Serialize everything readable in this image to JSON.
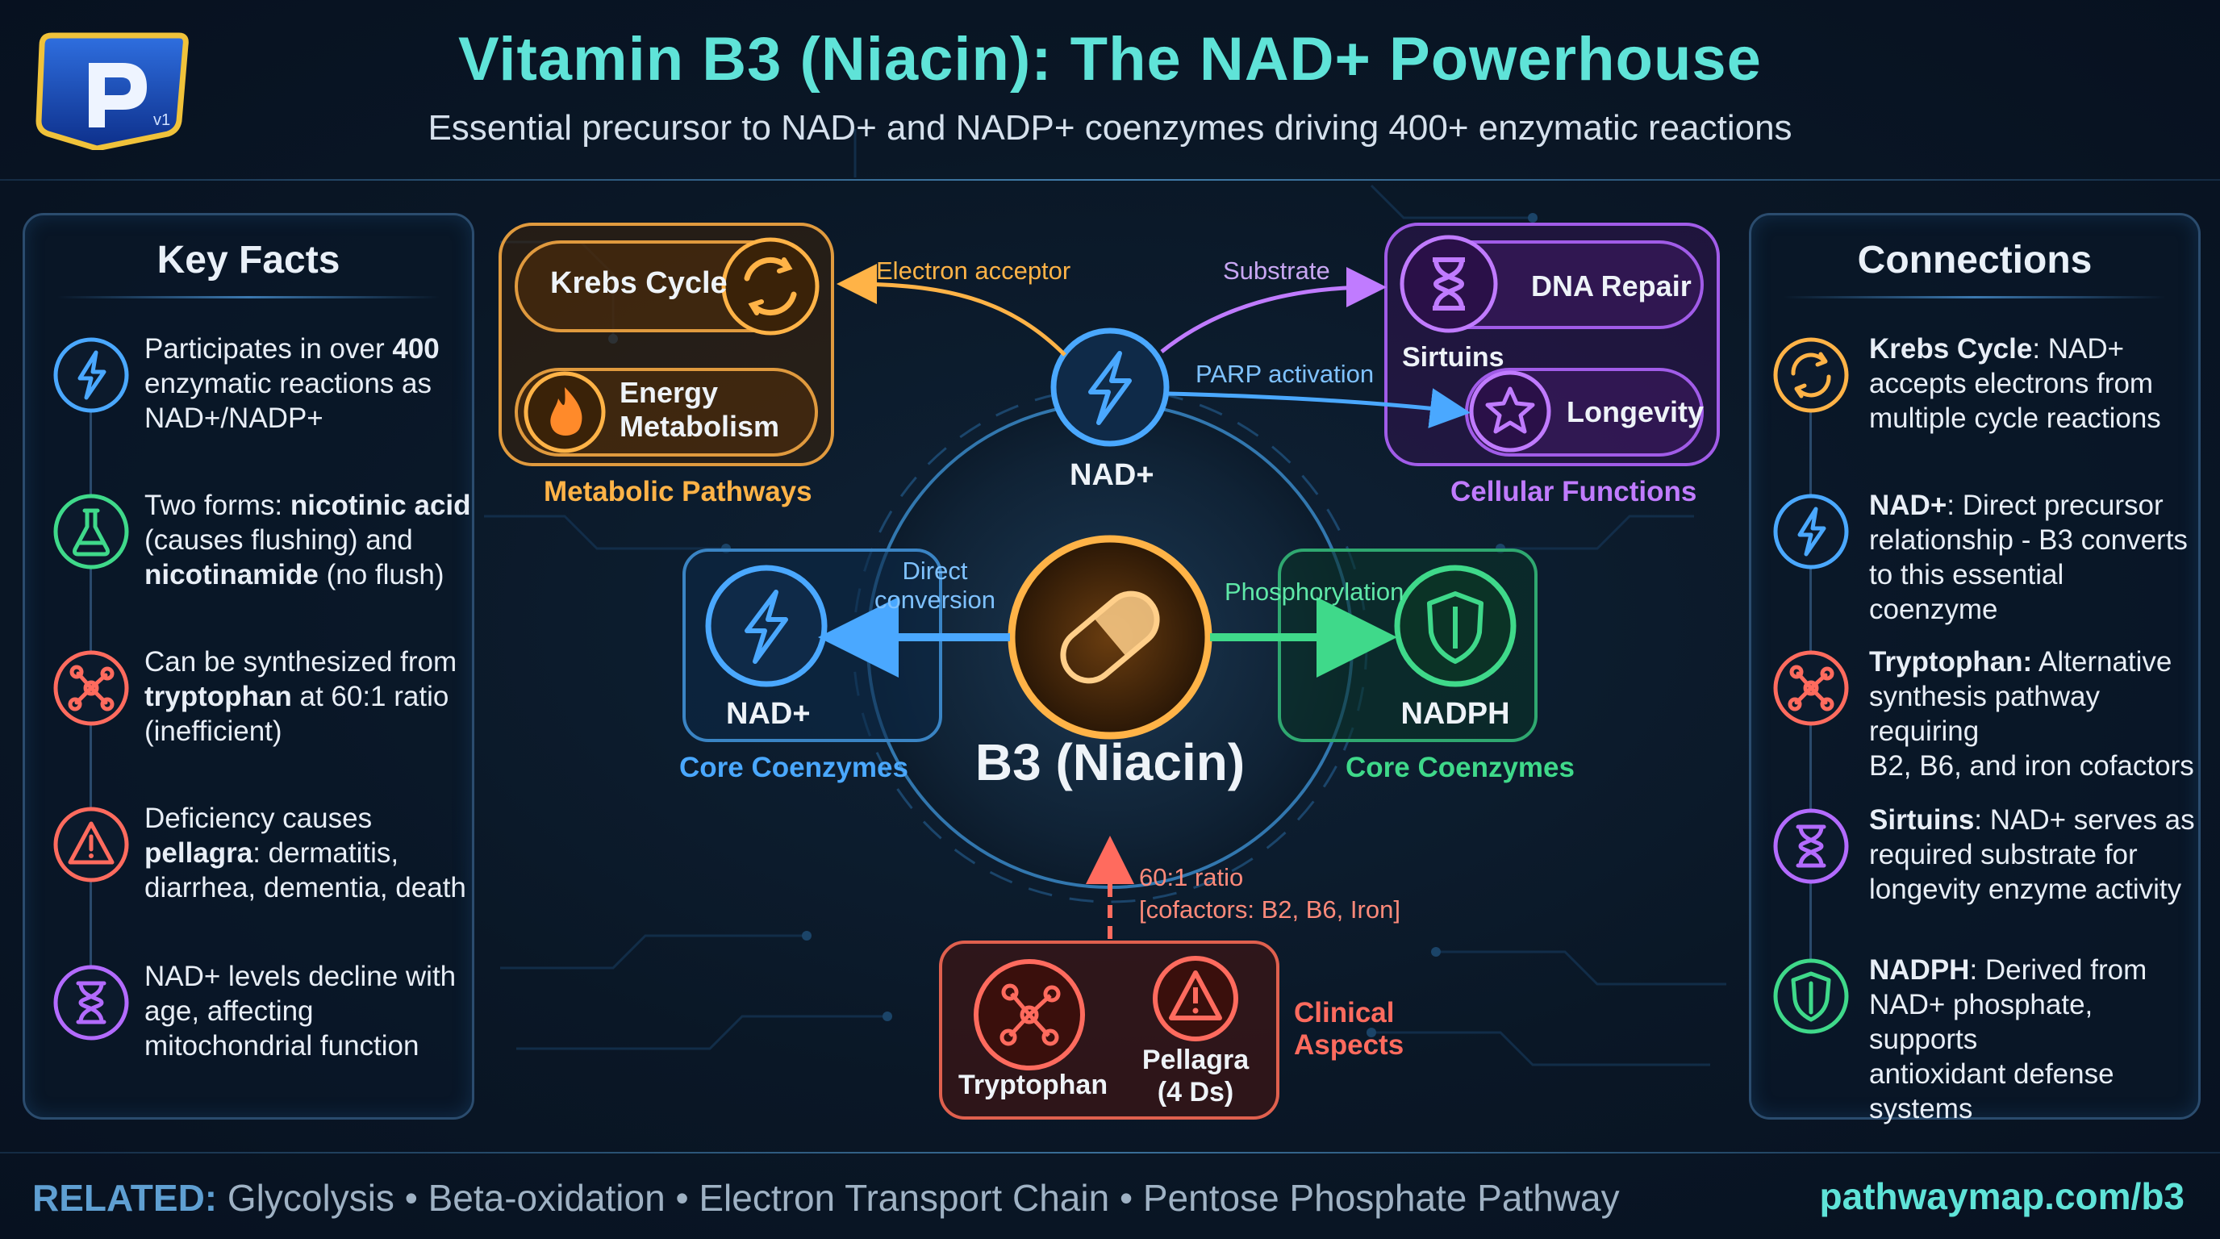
{
  "header": {
    "logo_letter": "P",
    "logo_version": "v1",
    "title": "Vitamin B3 (Niacin): The NAD+ Powerhouse",
    "subtitle": "Essential precursor to NAD+ and NADP+ coenzymes driving 400+ enzymatic reactions"
  },
  "key_facts": {
    "title": "Key Facts",
    "items": [
      {
        "icon": "lightning-icon",
        "color": "#4aa8ff",
        "lines": [
          [
            "Participates in over ",
            "400"
          ],
          [
            "enzymatic reactions as"
          ],
          [
            "NAD+/NADP+"
          ]
        ]
      },
      {
        "icon": "flask-icon",
        "color": "#3fd98a",
        "lines": [
          [
            "Two forms: ",
            "nicotinic acid"
          ],
          [
            "(causes flushing) and"
          ],
          [
            "",
            "nicotinamide",
            " (no flush)"
          ]
        ]
      },
      {
        "icon": "molecule-icon",
        "color": "#ff6b5e",
        "lines": [
          [
            "Can be synthesized from"
          ],
          [
            "",
            "tryptophan",
            " at 60:1 ratio"
          ],
          [
            "(inefficient)"
          ]
        ]
      },
      {
        "icon": "warning-icon",
        "color": "#ff6b5e",
        "lines": [
          [
            "Deficiency causes"
          ],
          [
            "",
            "pellagra",
            ": dermatitis,"
          ],
          [
            "diarrhea, dementia, death"
          ]
        ]
      },
      {
        "icon": "hourglass-icon",
        "color": "#b36bff",
        "lines": [
          [
            "NAD+ levels decline with"
          ],
          [
            "age, affecting"
          ],
          [
            "mitochondrial function"
          ]
        ]
      }
    ]
  },
  "connections": {
    "title": "Connections",
    "items": [
      {
        "icon": "cycle-icon",
        "color": "#ffb347",
        "lines": [
          [
            "",
            "Krebs Cycle",
            ": NAD+"
          ],
          [
            "accepts electrons from"
          ],
          [
            "multiple cycle reactions"
          ]
        ]
      },
      {
        "icon": "lightning-icon",
        "color": "#4aa8ff",
        "lines": [
          [
            "",
            "NAD+",
            ": Direct precursor"
          ],
          [
            "relationship - B3 converts"
          ],
          [
            "to this essential coenzyme"
          ]
        ]
      },
      {
        "icon": "molecule-icon",
        "color": "#ff6b5e",
        "lines": [
          [
            "",
            "Tryptophan:",
            " Alternative"
          ],
          [
            "synthesis pathway requiring"
          ],
          [
            "B2, B6, and iron cofactors"
          ]
        ]
      },
      {
        "icon": "hourglass-icon",
        "color": "#b36bff",
        "lines": [
          [
            "",
            "Sirtuins",
            ": NAD+ serves as"
          ],
          [
            "required substrate for"
          ],
          [
            "longevity enzyme activity"
          ]
        ]
      },
      {
        "icon": "shield-icon",
        "color": "#3fd98a",
        "lines": [
          [
            "",
            "NADPH",
            ": Derived from"
          ],
          [
            "NAD+ phosphate, supports"
          ],
          [
            "antioxidant defense"
          ],
          [
            "systems"
          ]
        ]
      }
    ]
  },
  "diagram": {
    "center_label": "B3 (Niacin)",
    "metabolic": {
      "caption": "Metabolic Pathways",
      "krebs": "Krebs Cycle",
      "energy_line1": "Energy",
      "energy_line2": "Metabolism"
    },
    "cellular": {
      "caption": "Cellular Functions",
      "dna_repair": "DNA Repair",
      "sirtuins": "Sirtuins",
      "longevity": "Longevity"
    },
    "nad_top": "NAD+",
    "core_left": {
      "label": "NAD+",
      "caption": "Core Coenzymes"
    },
    "core_right": {
      "label": "NADPH",
      "caption": "Core Coenzymes"
    },
    "clinical": {
      "caption_line1": "Clinical",
      "caption_line2": "Aspects",
      "tryptophan": "Tryptophan",
      "pellagra_line1": "Pellagra",
      "pellagra_line2": "(4 Ds)"
    },
    "edges": {
      "electron_acceptor": "Electron acceptor",
      "substrate": "Substrate",
      "parp": "PARP activation",
      "direct_line1": "Direct",
      "direct_line2": "conversion",
      "phosphorylation": "Phosphorylation",
      "ratio_line1": "60:1 ratio",
      "ratio_line2": "[cofactors: B2, B6, Iron]"
    }
  },
  "footer": {
    "related_label": "RELATED:",
    "related_items": [
      "Glycolysis",
      "Beta-oxidation",
      "Electron Transport Chain",
      "Pentose Phosphate Pathway"
    ],
    "separator": " • ",
    "site": "pathwaymap.com/b3"
  }
}
